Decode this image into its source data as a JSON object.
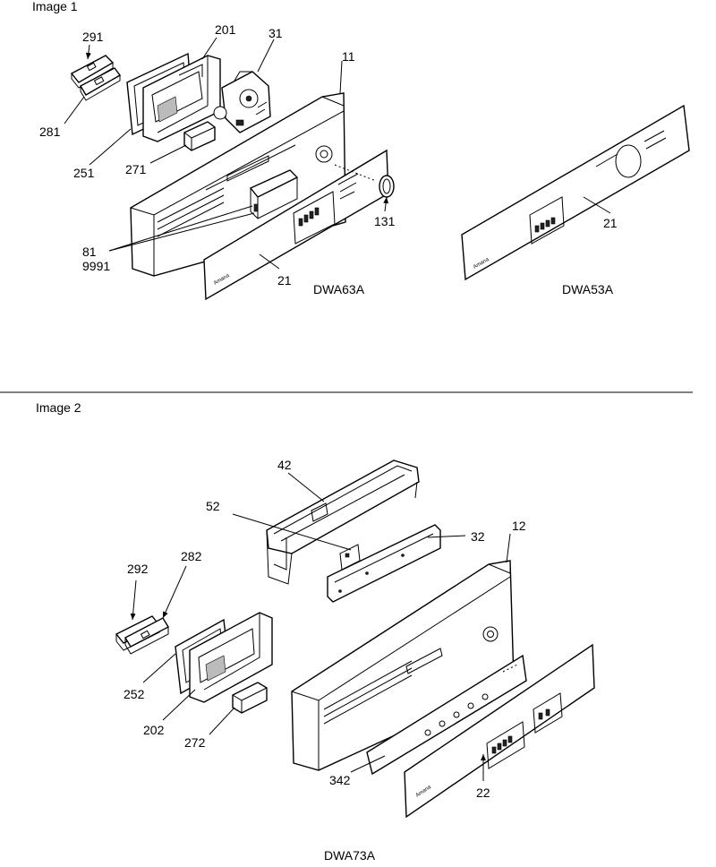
{
  "image1": {
    "header": "Image 1",
    "labels": {
      "p291": "291",
      "p281": "281",
      "p201": "201",
      "p251": "251",
      "p31": "31",
      "p11": "11",
      "p271": "271",
      "p81": "81",
      "p9991": "9991",
      "p131": "131",
      "p21a": "21",
      "p21b": "21"
    },
    "models": {
      "left": "DWA63A",
      "right": "DWA53A"
    }
  },
  "image2": {
    "header": "Image 2",
    "labels": {
      "p42": "42",
      "p52": "52",
      "p32": "32",
      "p12": "12",
      "p292": "292",
      "p282": "282",
      "p252": "252",
      "p202": "202",
      "p272": "272",
      "p342": "342",
      "p22": "22"
    },
    "model": "DWA73A"
  }
}
